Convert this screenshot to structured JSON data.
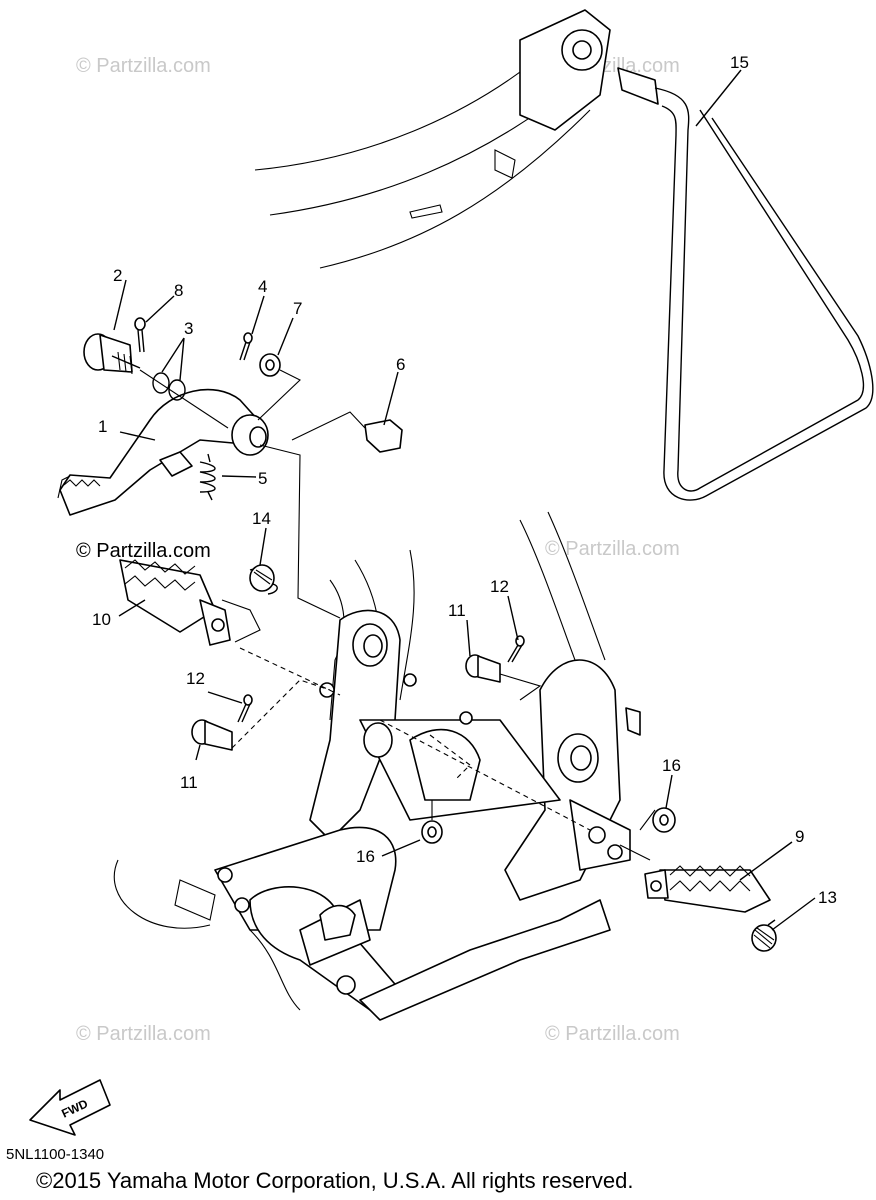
{
  "watermarks": [
    "© Partzilla.com",
    "© Partzilla.com",
    "© Partzilla.com",
    "© Partzilla.com",
    "© Partzilla.com",
    "© Partzilla.com"
  ],
  "watermark_dark": "© Partzilla.com",
  "callouts": [
    "1",
    "2",
    "3",
    "4",
    "5",
    "6",
    "7",
    "8",
    "9",
    "10",
    "11",
    "11",
    "12",
    "12",
    "13",
    "14",
    "15",
    "16",
    "16"
  ],
  "fwd_label": "FWD",
  "diagram_code": "5NL1100-1340",
  "copyright": "©2015  Yamaha Motor Corporation, U.S.A. All rights reserved."
}
